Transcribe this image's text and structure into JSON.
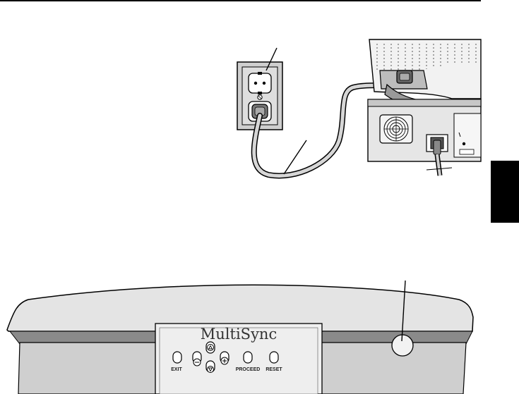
{
  "page": {
    "top_rule_color": "#000000",
    "side_tab_color": "#000000"
  },
  "monitor_front": {
    "brand": "MultiSync",
    "buttons": [
      {
        "label": "EXIT",
        "icon": "blank-button-icon"
      },
      {
        "label": "",
        "icon": "minus-button-icon"
      },
      {
        "label": "",
        "icon": "up-arrow-button-icon"
      },
      {
        "label": "",
        "icon": "down-arrow-button-icon"
      },
      {
        "label": "",
        "icon": "plus-button-icon"
      },
      {
        "label": "PROCEED",
        "icon": "blank-button-icon"
      },
      {
        "label": "RESET",
        "icon": "blank-button-icon"
      }
    ],
    "power_button_icon": "power-button-icon"
  },
  "illustration": {
    "items": [
      "wall-outlet",
      "power-cord",
      "monitor-rear",
      "monitor-front"
    ]
  }
}
